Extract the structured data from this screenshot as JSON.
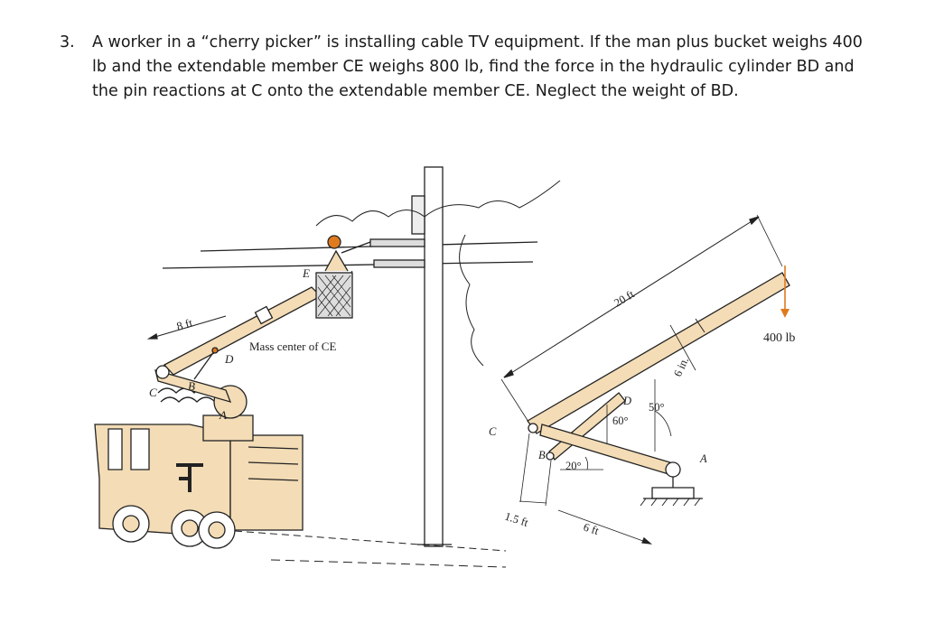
{
  "problem": {
    "number": "3.",
    "lines": [
      "A worker in a “cherry picker” is installing cable TV equipment. If the man plus bucket weighs 400",
      "lb and the extendable member CE weighs 800 lb, find the force in the hydraulic cylinder BD and",
      "the pin reactions at C onto the extendable member CE. Neglect the weight of BD."
    ]
  },
  "figure": {
    "left_labels": {
      "dim_8ft": "8 ft",
      "mass_center": "Mass center of CE",
      "C": "C",
      "D": "D",
      "B": "B",
      "A": "A",
      "E": "E"
    },
    "right_labels": {
      "dim_20ft": "20 ft",
      "load": "400 lb",
      "dim_6in": "6 in.",
      "D": "D",
      "C": "C",
      "B": "B",
      "A": "A",
      "angle_60": "60°",
      "angle_50": "50°",
      "angle_20": "20°",
      "dim_1_5ft": "1.5 ft",
      "dim_6ft": "6 ft"
    },
    "colors": {
      "body": "#f3dcb6",
      "line": "#222222",
      "load_arrow": "#e07a1f"
    }
  }
}
